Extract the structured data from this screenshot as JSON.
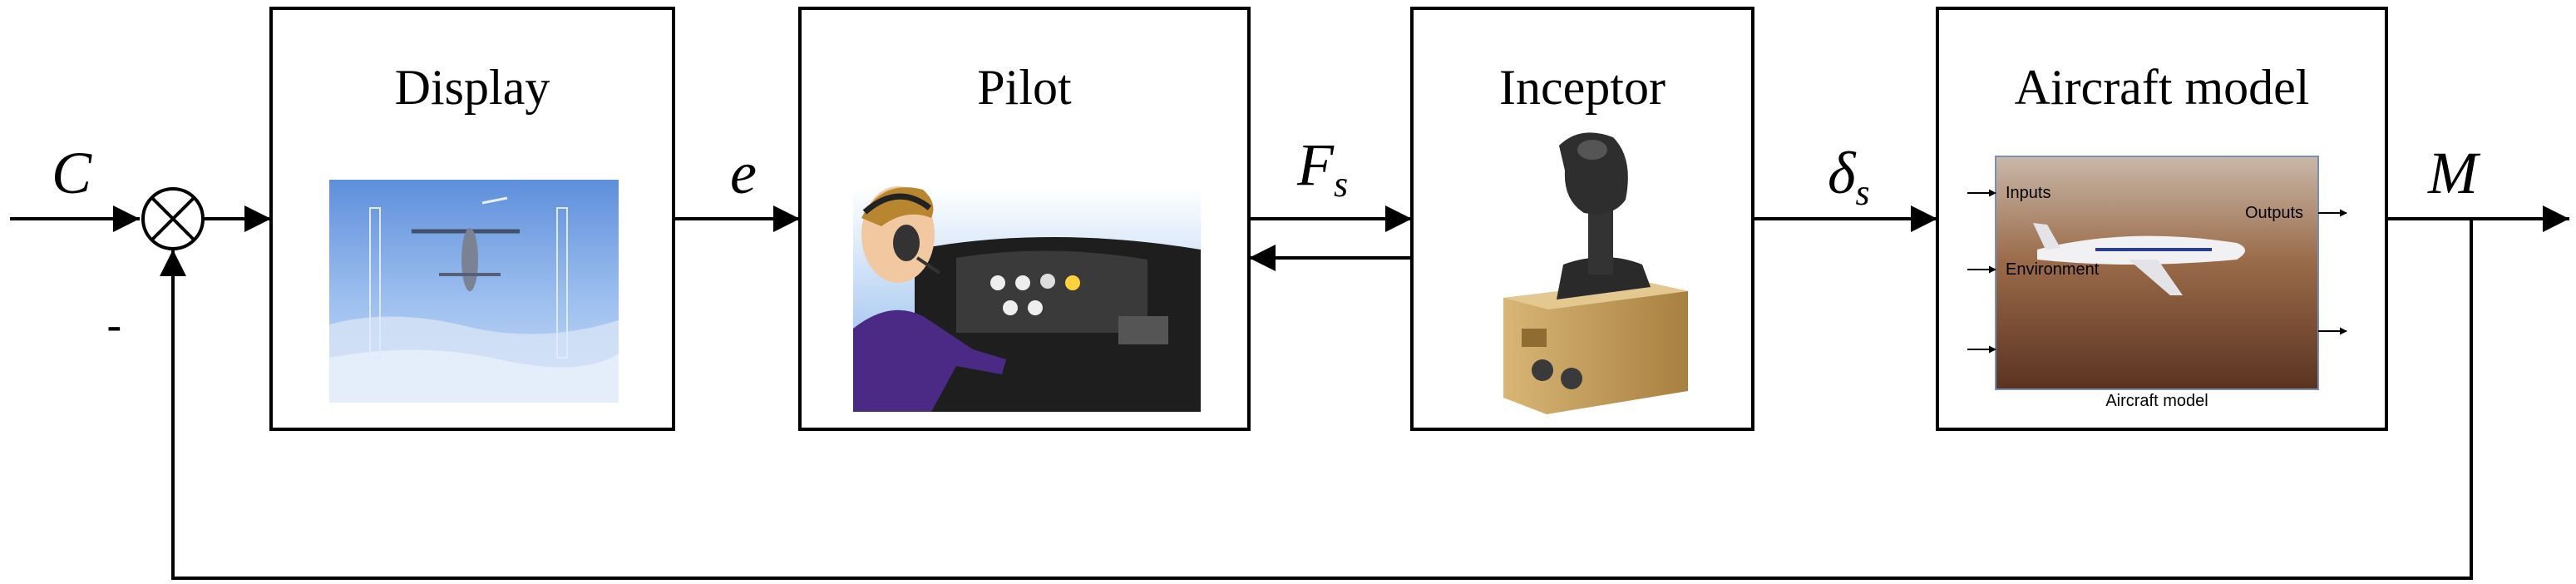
{
  "blocks": {
    "display": {
      "title": "Display"
    },
    "pilot": {
      "title": "Pilot"
    },
    "inceptor": {
      "title": "Inceptor"
    },
    "aircraft": {
      "title": "Aircraft model",
      "inputs_label": "Inputs",
      "environment_label": "Environment",
      "outputs_label": "Outputs",
      "caption": "Aircraft model"
    }
  },
  "signals": {
    "command": "C",
    "error": "e",
    "force_base": "F",
    "force_sub": "s",
    "deflection_base": "δ",
    "deflection_sub": "s",
    "output": "M",
    "feedback_sign": "-"
  },
  "colors": {
    "line": "#000000",
    "sky_top": "#6f9fe6",
    "cockpit_panel": "#2a2a2a",
    "inceptor_body": "#c9a35a",
    "aircraft_bg": "#8a5a3a"
  }
}
